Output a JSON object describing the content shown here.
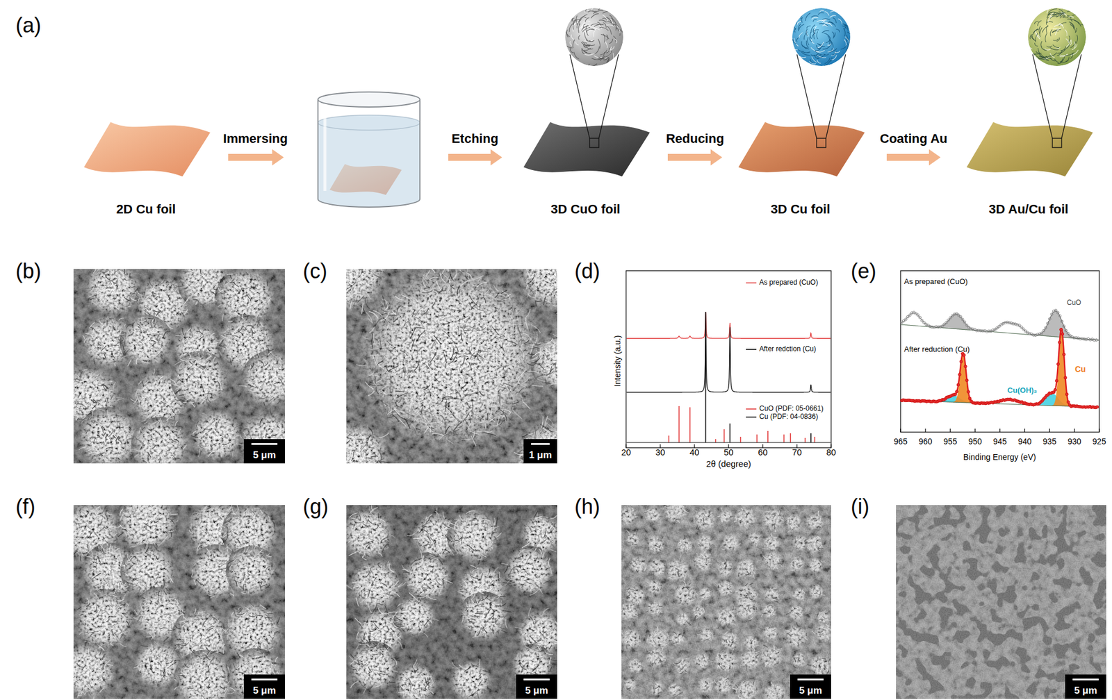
{
  "diagram": {
    "nodes": [
      {
        "text": [
          "2D Cu foil"
        ]
      },
      {
        "text": [
          "3D CuO foil"
        ]
      },
      {
        "text": [
          "3D Cu foil"
        ]
      },
      {
        "text": [
          "3D Au/Cu foil"
        ]
      }
    ],
    "edges": [
      {
        "from": 1,
        "to": 2,
        "label": "Reducing",
        "arrow": "to"
      },
      {
        "from": 2,
        "to": 3,
        "label": "Coating Au",
        "arrow": "to"
      }
    ],
    "labels": [
      "(a)",
      "Immersing",
      "Etching",
      "(b)",
      "5 μm",
      "(c)",
      "1 μm",
      "(d)",
      "Intensity (a.u.)",
      "20",
      "30",
      "40",
      "50",
      "60",
      "70",
      "80",
      "2θ (degree)",
      "(e)",
      "As prepared (CuO)",
      "CuO",
      "After reduction (Cu)",
      "Cu(OH)₂",
      "Cu",
      "965",
      "960",
      "955",
      "950",
      "945",
      "940",
      "935",
      "930",
      "925",
      "Binding Energy (eV)",
      "(f)",
      "5 μm",
      "(g)",
      "5 μm",
      "(h)",
      "5 μm",
      "(i)",
      "5 μm"
    ],
    "legend": [
      {
        "text": "As prepared (CuO)"
      },
      {
        "text": "After redction (Cu)"
      },
      {
        "text": "CuO (PDF: 05-0661)"
      },
      {
        "text": "Cu (PDF: 04-0836)"
      }
    ]
  }
}
